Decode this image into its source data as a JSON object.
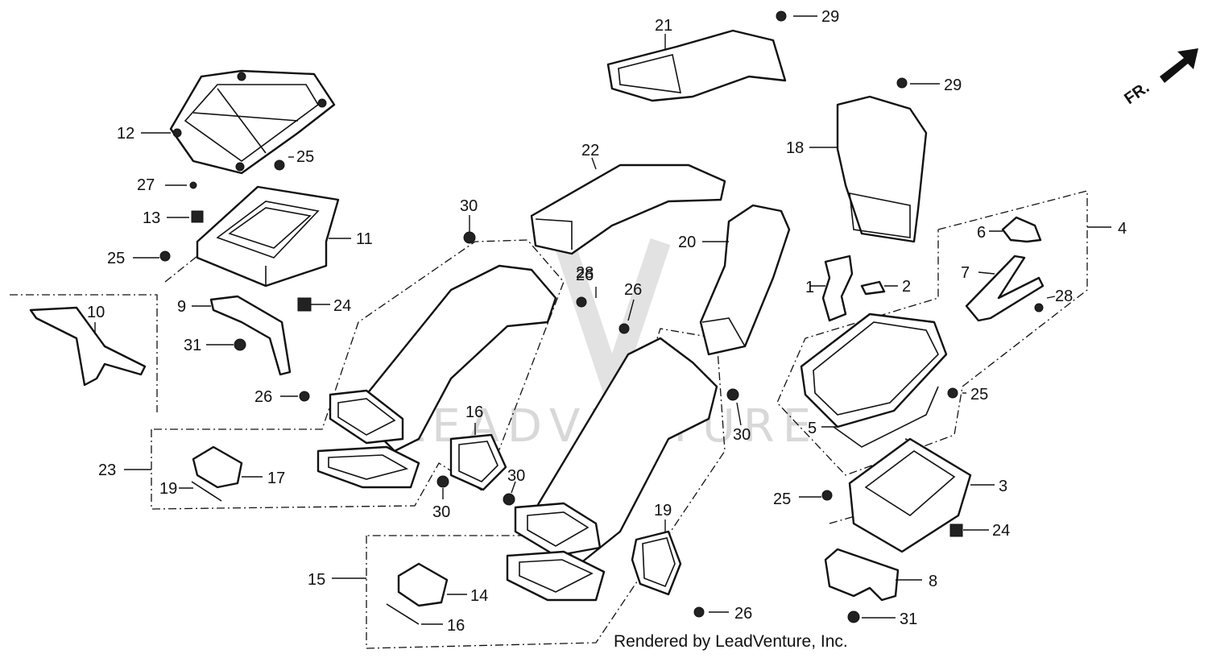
{
  "diagram": {
    "labels": [
      "1",
      "2",
      "3",
      "4",
      "5",
      "6",
      "7",
      "8",
      "9",
      "10",
      "11",
      "12",
      "13",
      "14",
      "15",
      "16",
      "16",
      "17",
      "18",
      "19",
      "19",
      "20",
      "21",
      "22",
      "23",
      "24",
      "24",
      "25",
      "25",
      "25",
      "25",
      "26",
      "26",
      "26",
      "26",
      "27",
      "28",
      "28",
      "29",
      "29",
      "30",
      "30",
      "30",
      "30",
      "31",
      "31"
    ],
    "direction_label": "FR.",
    "watermark": "LEADVENTURE",
    "credit": "Rendered by LeadVenture, Inc."
  }
}
